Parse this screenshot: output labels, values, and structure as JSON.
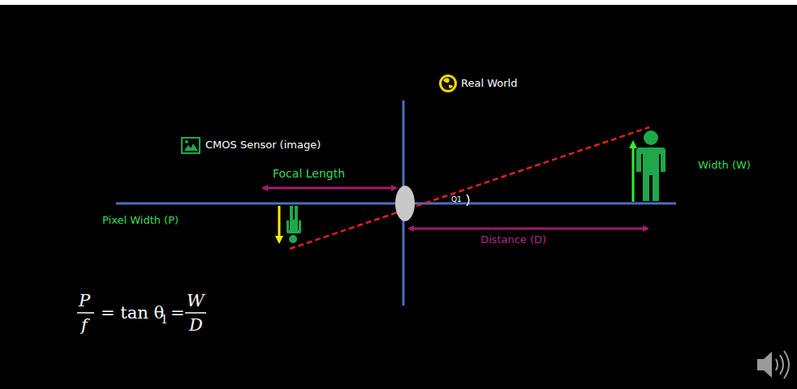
{
  "diagram": {
    "labels": [
      "Real World",
      "CMOS Sensor (image)",
      "Focal Length",
      "Pixel Width (P)",
      "Width (W)",
      "Q1",
      "Distance (D)",
      "P",
      "f",
      "= tan θ",
      "1",
      "=",
      "W",
      "D"
    ]
  }
}
